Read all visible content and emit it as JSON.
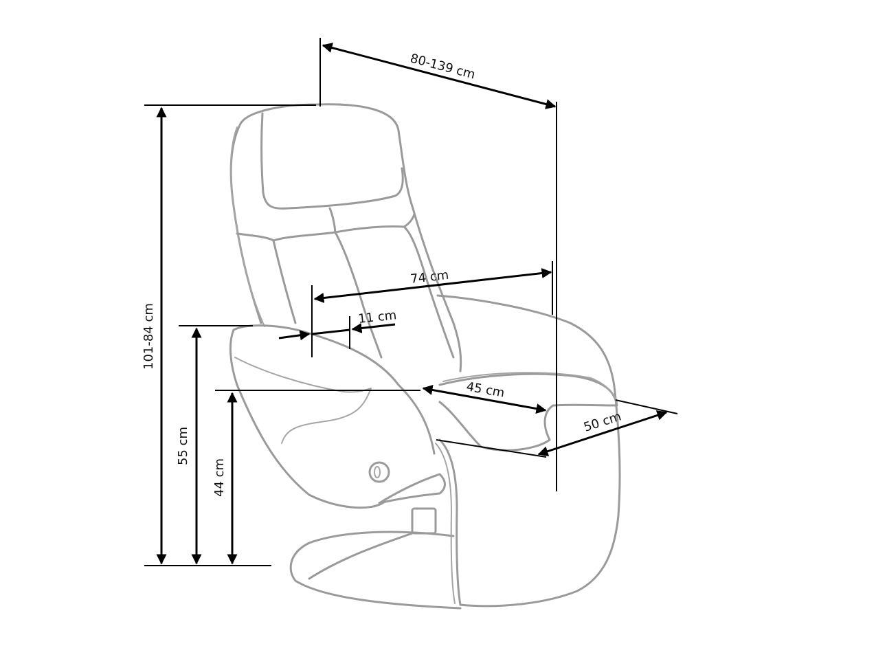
{
  "drawing": {
    "subject": "recliner armchair technical dimension drawing",
    "line_color": "#9a9a9a",
    "dimension_color": "#000000",
    "background": "#ffffff"
  },
  "dimensions": {
    "depth": {
      "label": "80-139 cm"
    },
    "height": {
      "label": "101-84 cm"
    },
    "armrest_height": {
      "label": "55 cm"
    },
    "seat_height": {
      "label": "44 cm"
    },
    "backrest_width": {
      "label": "74 cm"
    },
    "armrest_width": {
      "label": "11 cm"
    },
    "seat_depth": {
      "label": "45 cm"
    },
    "seat_width": {
      "label": "50 cm"
    }
  }
}
